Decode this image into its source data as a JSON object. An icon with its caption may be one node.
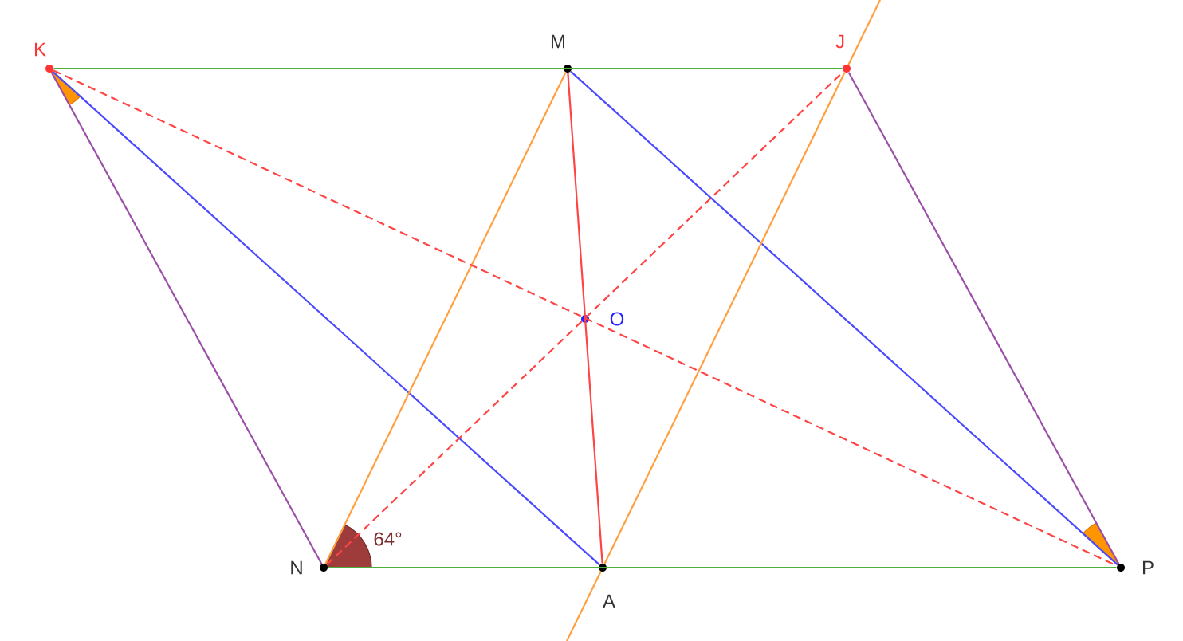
{
  "diagram": {
    "nodes": [
      {
        "text": [
          "K"
        ]
      },
      {
        "text": [
          "M"
        ]
      },
      {
        "text": [
          "J"
        ]
      },
      {
        "text": [
          "O"
        ]
      },
      {
        "text": [
          "N"
        ]
      },
      {
        "text": [
          "A"
        ]
      },
      {
        "text": [
          "P"
        ]
      }
    ],
    "edges": [
      {
        "from": 0,
        "to": 2,
        "arrow": "none",
        "color": "#4caf3a"
      },
      {
        "from": 4,
        "to": 6,
        "arrow": "none",
        "color": "#4caf3a"
      },
      {
        "from": 0,
        "to": 4,
        "arrow": "none",
        "color": "#9b4fa8"
      },
      {
        "from": 2,
        "to": 6,
        "arrow": "none",
        "color": "#9b4fa8"
      },
      {
        "from": 0,
        "to": 5,
        "arrow": "none",
        "color": "#4a4aff"
      },
      {
        "from": 1,
        "to": 6,
        "arrow": "none",
        "color": "#4a4aff"
      },
      {
        "from": 4,
        "to": 1,
        "arrow": "none",
        "color": "#ffa040"
      },
      {
        "from": 5,
        "to": 2,
        "arrow": "none",
        "color": "#ffa040"
      },
      {
        "from": 1,
        "to": 5,
        "arrow": "none",
        "color": "#ff4444"
      },
      {
        "from": 0,
        "to": 6,
        "arrow": "none",
        "style": "dashed",
        "color": "#ff4444"
      },
      {
        "from": 4,
        "to": 2,
        "arrow": "none",
        "style": "dashed",
        "color": "#ff4444"
      }
    ],
    "labels": [
      "64°"
    ]
  }
}
